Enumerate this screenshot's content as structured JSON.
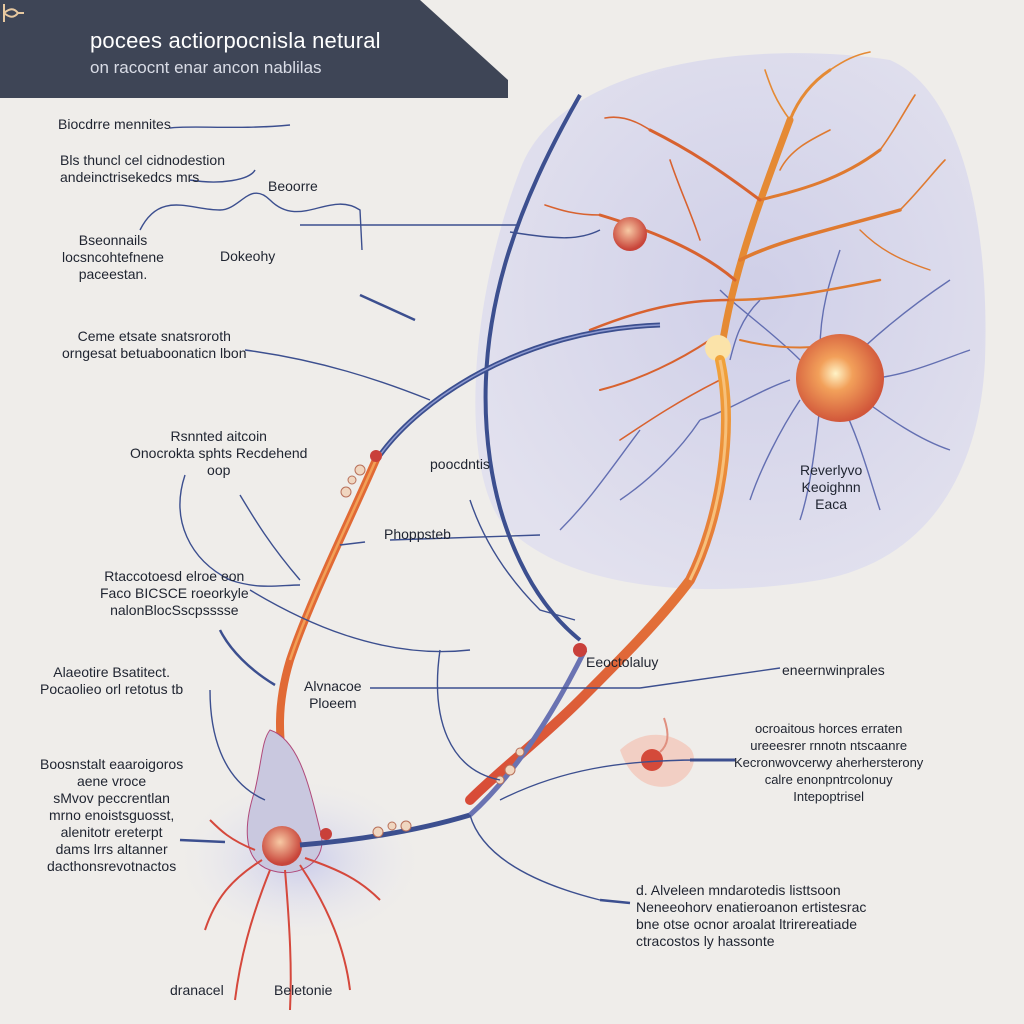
{
  "header": {
    "title": "pocees actiorpocnisla netural",
    "subtitle": "on racocnt enar ancon nablilas"
  },
  "labels": [
    {
      "id": "l1",
      "lines": [
        "Biocdrre mennites"
      ]
    },
    {
      "id": "l2",
      "lines": [
        "Bls thuncl cel cidnodestion",
        "andeinctrisekedcs mrs"
      ]
    },
    {
      "id": "l3",
      "lines": [
        "Beoorre"
      ]
    },
    {
      "id": "l4",
      "lines": [
        "Bseonnails",
        "locsncohtefnene",
        "paceestan."
      ]
    },
    {
      "id": "l5",
      "lines": [
        "Dokeohy"
      ]
    },
    {
      "id": "l6",
      "lines": [
        "Ceme etsate snatsroroth",
        "orngesat betuaboonaticn lbon"
      ]
    },
    {
      "id": "l7",
      "lines": [
        "Rsnnted aitcoin",
        "Onocrokta sphts Recdehend",
        "oop"
      ]
    },
    {
      "id": "l8",
      "lines": [
        "poocdntis"
      ]
    },
    {
      "id": "l9",
      "lines": [
        "Phoppsteb"
      ]
    },
    {
      "id": "l10",
      "lines": [
        "Reverlyvo",
        "Keoighnn",
        "Eaca"
      ]
    },
    {
      "id": "l11",
      "lines": [
        "Rtaccotoesd elroe eon",
        "Faco BICSCE roeorkyle",
        "nalonBlocSscpsssse"
      ]
    },
    {
      "id": "l12",
      "lines": [
        "Alaeotire Bsatitect.",
        "Pocaolieo orl retotus tb"
      ]
    },
    {
      "id": "l13",
      "lines": [
        "Alvnacoe",
        "Ploeem"
      ]
    },
    {
      "id": "l14",
      "lines": [
        "Eeoctolaluy"
      ]
    },
    {
      "id": "l15",
      "lines": [
        "eneernwinprales"
      ]
    },
    {
      "id": "l16",
      "lines": [
        "ocroaitous horces erraten",
        "ureeesrer rnnotn ntscaanre",
        "Kecronwovcerwy aherhersterony",
        "calre enonpntrcolonuy",
        "Intepoptrisel"
      ]
    },
    {
      "id": "l17",
      "lines": [
        "Boosnstalt eaaroigoros",
        "aene vroce",
        "sMvov peccrentlan",
        "mrno enoistsguosst,",
        "alenitotr ereterpt",
        "dams lrrs altanner",
        "dacthonsrevotnactos"
      ]
    },
    {
      "id": "l18",
      "lines": [
        "d. Alveleen mndarotedis listtsoon",
        "Neneeohorv enatieroanon ertistesrac",
        "bne otse ocnor aroalat ltrirereatiade",
        "ctracostos ly hassonte"
      ]
    },
    {
      "id": "l19",
      "lines": [
        "dranacel"
      ]
    },
    {
      "id": "l20",
      "lines": [
        "Beletonie"
      ]
    }
  ],
  "colors": {
    "banner": "#3e4556",
    "axon_orange": "#e07b2a",
    "axon_red": "#d3433a",
    "line_blue": "#3c4f8f",
    "cell_blob": "#d8d8ec"
  }
}
